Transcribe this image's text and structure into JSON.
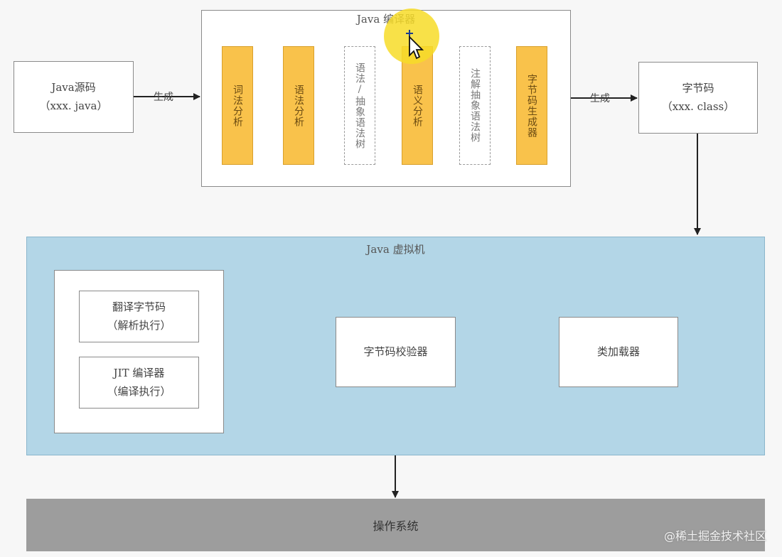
{
  "source": {
    "title": "Java源码",
    "sub": "（xxx. java）"
  },
  "edge_generate_1": "生成",
  "edge_generate_2": "生成",
  "compiler": {
    "title": "Java 编译器",
    "stages": [
      {
        "label": "词法分析",
        "style": "solid"
      },
      {
        "label": "语法分析",
        "style": "solid"
      },
      {
        "label": "语法/抽象语法树",
        "style": "dashed"
      },
      {
        "label": "语义分析",
        "style": "solid"
      },
      {
        "label": "注解抽象语法树",
        "style": "dashed"
      },
      {
        "label": "字节码生成器",
        "style": "solid"
      }
    ]
  },
  "bytecode": {
    "title": "字节码",
    "sub": "（xxx. class）"
  },
  "jvm": {
    "title": "Java 虚拟机",
    "class_loader": "类加载器",
    "verifier": "字节码校验器",
    "interpreter": {
      "title": "翻译字节码",
      "sub": "（解析执行）"
    },
    "jit": {
      "title": "JIT 编译器",
      "sub": "（编译执行）"
    }
  },
  "os": "操作系统",
  "watermark": "@稀土掘金技术社区",
  "colors": {
    "stage_fill": "#f9c24b",
    "jvm_fill": "#b3d6e7",
    "os_fill": "#9d9d9d",
    "cursor_highlight": "#f7dc28"
  },
  "icons": {
    "cursor": "mouse-pointer-icon"
  }
}
